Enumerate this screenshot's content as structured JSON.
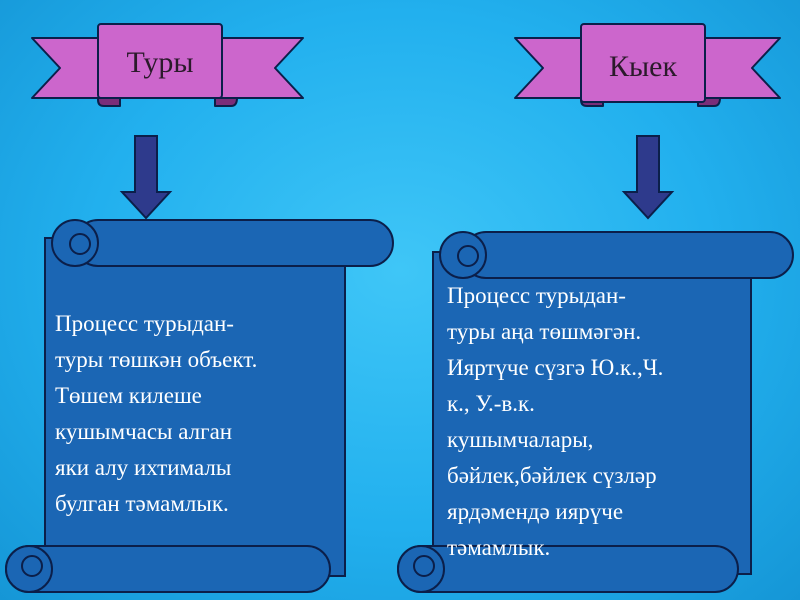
{
  "left": {
    "banner_label": "Туры",
    "text": "Процесс турыдан-\nтуры төшкән объект.\nТөшем килеше\nкушымчасы алган\nяки алу ихтималы\nбулган тәмамлык."
  },
  "right": {
    "banner_label": "Кыек",
    "text": "Процесс турыдан-\nтуры аңа төшмәгән.\nИяртүче сүзгә Ю.к.,Ч.\nк., У.-в.к.\nкушымчалары,\nбәйлек,бәйлек сүзләр\nярдәмендә иярүче\nтәмамлык."
  },
  "colors": {
    "banner_fill": "#cc66cc",
    "scroll_fill": "#1b66b4",
    "outline": "#0b1f4a",
    "arrow_fill": "#2e3a8c",
    "text": "#ffffff"
  }
}
